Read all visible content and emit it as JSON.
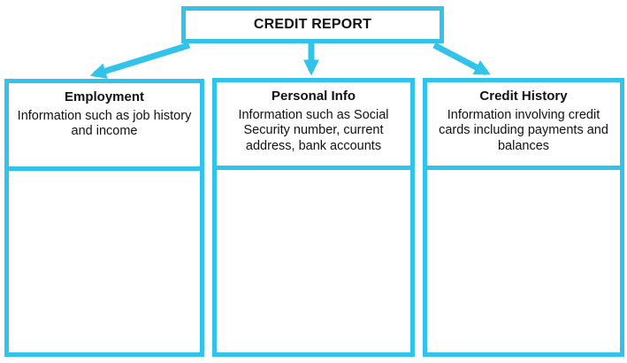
{
  "diagram": {
    "root": {
      "label": "CREDIT REPORT"
    },
    "branches": [
      {
        "id": "employment",
        "title": "Employment",
        "description": "Information such as job history and income"
      },
      {
        "id": "personal-info",
        "title": "Personal Info",
        "description": "Information such as Social Security number, current address, bank accounts"
      },
      {
        "id": "credit-history",
        "title": "Credit History",
        "description": "Information involving credit cards including payments and balances"
      }
    ]
  },
  "colors": {
    "accent": "#31C3EA",
    "text": "#111111",
    "background": "#FFFFFF"
  }
}
